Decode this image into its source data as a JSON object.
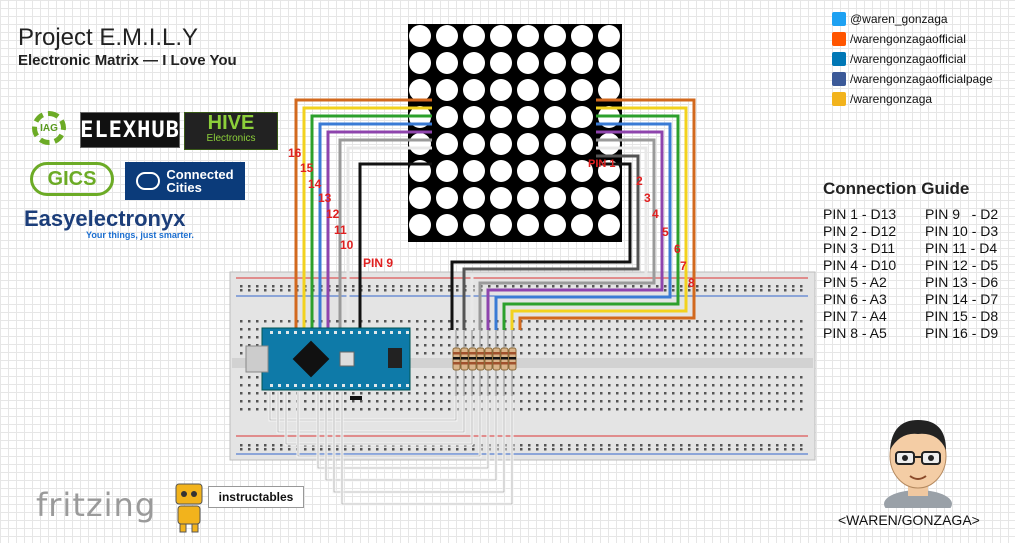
{
  "header": {
    "title": "Project E.M.I.L.Y",
    "subtitle": "Electronic Matrix — I Love You"
  },
  "logos": {
    "iag": "IAG",
    "elexhub": "ELEXHUB",
    "hive_main": "HIVE",
    "hive_sub": "Electronics",
    "gics": "GICS",
    "connected": "Connected",
    "cities": "Cities",
    "easyelectronyx": "Easyelectronyx",
    "easy_tagline": "Your things, just smarter."
  },
  "social": [
    {
      "icon": "twitter-icon",
      "color": "#1da1f2",
      "text": "@waren_gonzaga"
    },
    {
      "icon": "soundcloud-icon",
      "color": "#ff5500",
      "text": "/warengonzagaofficial"
    },
    {
      "icon": "linkedin-icon",
      "color": "#0077b5",
      "text": "/warengonzagaofficial"
    },
    {
      "icon": "facebook-icon",
      "color": "#3b5998",
      "text": "/warengonzagaofficialpage"
    },
    {
      "icon": "instructables-icon",
      "color": "#f2b31c",
      "text": "/warengonzaga"
    }
  ],
  "guide": {
    "title": "Connection Guide",
    "left": [
      "PIN 1 - D13",
      "PIN 2 - D12",
      "PIN 3 - D11",
      "PIN 4 - D10",
      "PIN 5 - A2",
      "PIN 6 - A3",
      "PIN 7 - A4",
      "PIN 8 - A5"
    ],
    "right": [
      "PIN 9   - D2",
      "PIN 10 - D3",
      "PIN 11 - D4",
      "PIN 12 - D5",
      "PIN 13 - D6",
      "PIN 14 - D7",
      "PIN 15 - D8",
      "PIN 16 - D9"
    ]
  },
  "diagram": {
    "pin1_label": "PIN 1",
    "pin9_label": "PIN 9",
    "right_pin_numbers": [
      "2",
      "3",
      "4",
      "5",
      "6",
      "7",
      "8"
    ],
    "left_pin_numbers": [
      "16",
      "15",
      "14",
      "13",
      "12",
      "11",
      "10"
    ],
    "matrix_rows": 8,
    "matrix_cols": 8,
    "resistor_count": 8,
    "wire_colors": {
      "orange": "#d2691e",
      "yellow": "#f2d21e",
      "green": "#2ca02c",
      "blue": "#3a7bd5",
      "purple": "#8e44ad",
      "gray": "#9a9a9a",
      "white": "#e8e8e8",
      "black": "#111111"
    }
  },
  "footer": {
    "fritzing": "fritzing",
    "instructables": "instructables",
    "author": "<WAREN/GONZAGA>"
  }
}
